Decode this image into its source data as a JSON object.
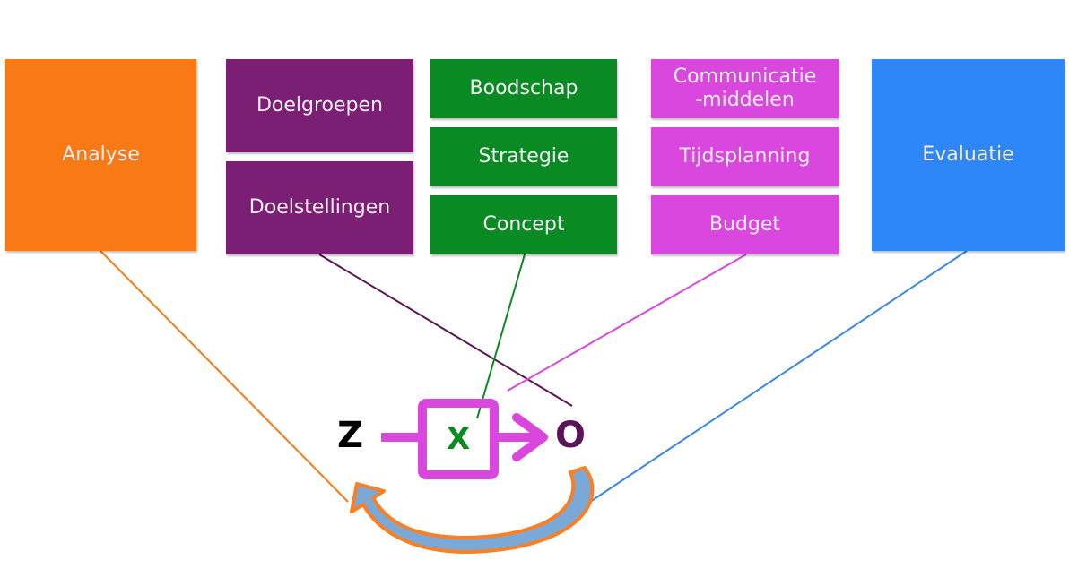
{
  "diagram": {
    "boxes": {
      "analyse": "Analyse",
      "doelgroepen": "Doelgroepen",
      "doelstellingen": "Doelstellingen",
      "boodschap": "Boodschap",
      "strategie": "Strategie",
      "concept": "Concept",
      "communicatie_line1": "Communicatie",
      "communicatie_line2": "-middelen",
      "tijdsplanning": "Tijdsplanning",
      "budget": "Budget",
      "evaluatie": "Evaluatie"
    },
    "model": {
      "z": "Z",
      "x": "X",
      "o": "O"
    },
    "colors": {
      "analyse": "#f97a14",
      "doelen": "#7a1f74",
      "boodschap": "#0a8a22",
      "middelen": "#da47de",
      "evaluatie": "#2f86f6",
      "z_letter": "#000000",
      "o_letter": "#5c1458"
    }
  }
}
